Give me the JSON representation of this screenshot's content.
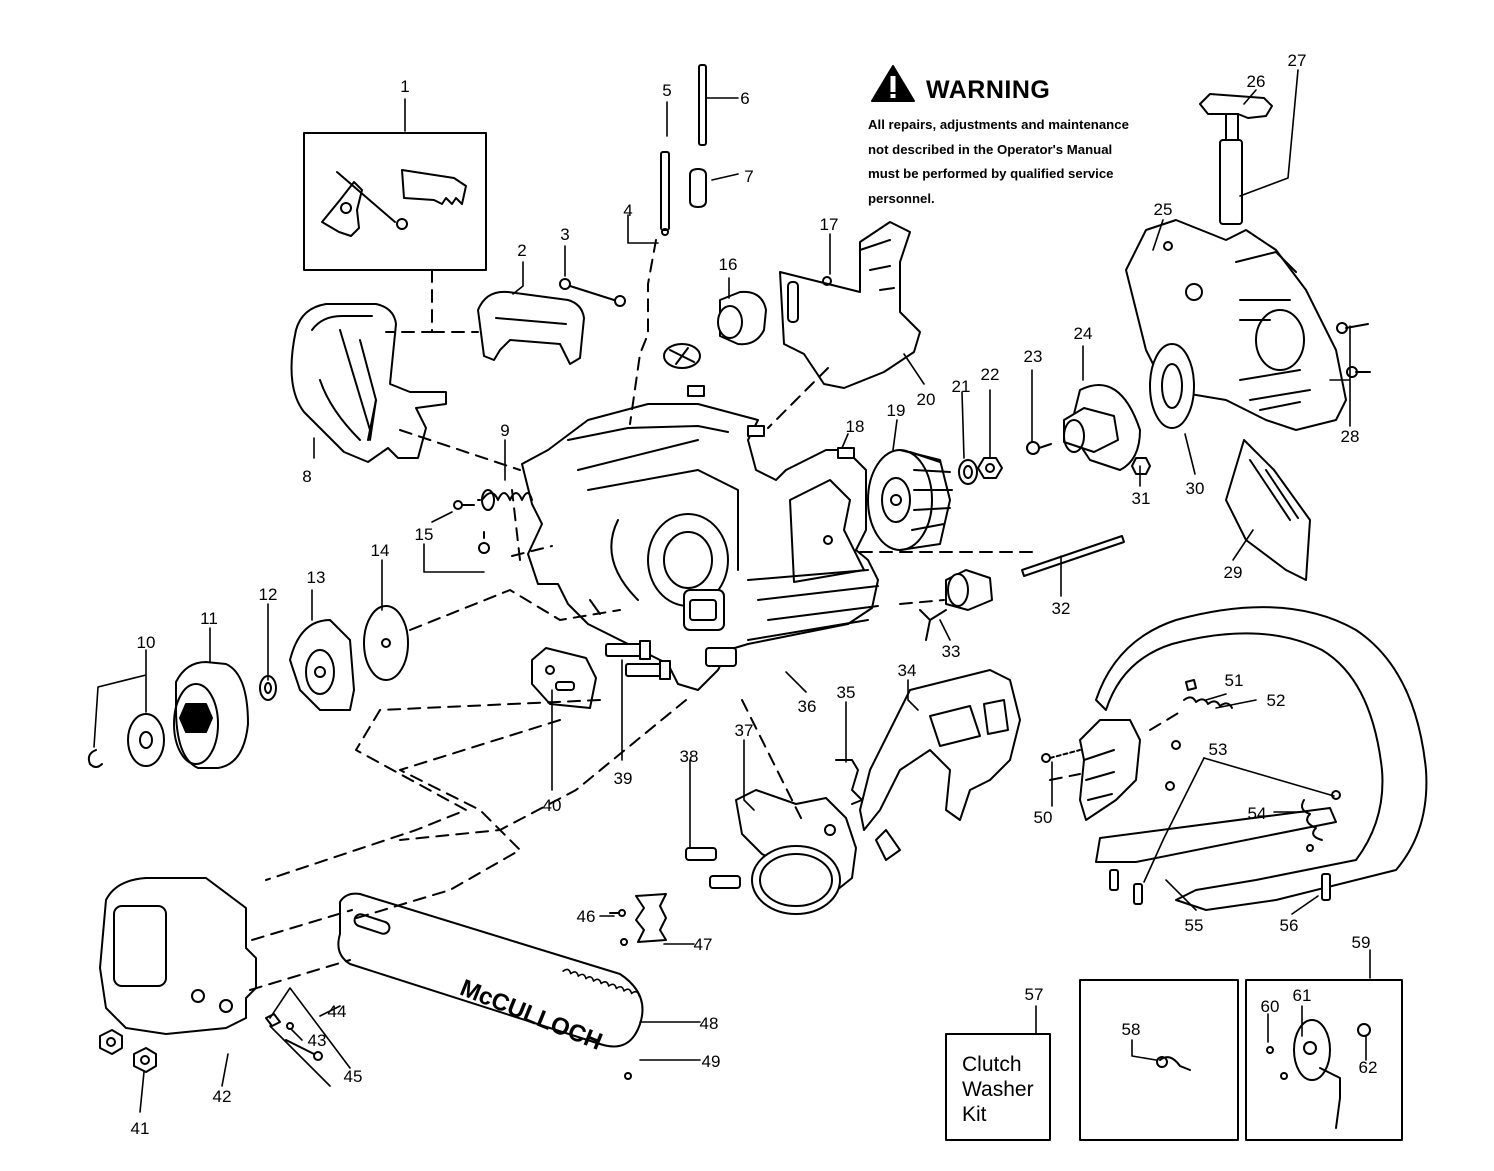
{
  "warning": {
    "title": "WARNING",
    "line1": "All repairs, adjustments and maintenance",
    "line2": "not described in the Operator's Manual",
    "line3": "must be performed by qualified service",
    "line4": "personnel."
  },
  "clutch_kit": {
    "line1": "Clutch",
    "line2": "Washer",
    "line3": "Kit"
  },
  "bar_brand": "McCULLOCH",
  "part_numbers": [
    "1",
    "2",
    "3",
    "4",
    "5",
    "6",
    "7",
    "8",
    "9",
    "10",
    "11",
    "12",
    "13",
    "14",
    "15",
    "16",
    "17",
    "18",
    "19",
    "20",
    "21",
    "22",
    "23",
    "24",
    "25",
    "26",
    "27",
    "28",
    "29",
    "30",
    "31",
    "32",
    "33",
    "34",
    "35",
    "36",
    "37",
    "38",
    "39",
    "40",
    "41",
    "42",
    "43",
    "44",
    "45",
    "46",
    "47",
    "48",
    "49",
    "50",
    "51",
    "52",
    "53",
    "54",
    "55",
    "56",
    "57",
    "58",
    "59",
    "60",
    "61",
    "62"
  ]
}
